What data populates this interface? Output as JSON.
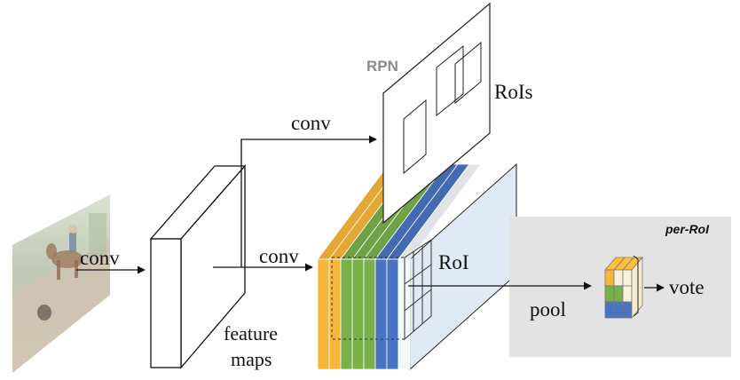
{
  "labels": {
    "conv_input": "conv",
    "conv_top": "conv",
    "conv_middle": "conv",
    "feature_maps_line1": "feature",
    "feature_maps_line2": "maps",
    "rpn": "RPN",
    "rois": "RoIs",
    "roi": "RoI",
    "pool": "pool",
    "vote": "vote",
    "per_roi": "per-RoI"
  },
  "colors": {
    "channel_yellow": "#f6b63a",
    "channel_green": "#79b04a",
    "channel_blue": "#4a73c2",
    "channel_white": "#f4f7fb",
    "score_map_front": "#e2e9f6",
    "per_roi_panel": "#e3e3e3",
    "rpn_label": "#8a8a8a"
  },
  "score_map_channels": [
    "yellow",
    "yellow",
    "green",
    "green",
    "green",
    "blue",
    "blue",
    "white"
  ],
  "pooled_grid": [
    [
      "yellow",
      "white",
      "white"
    ],
    [
      "green",
      "green",
      "white"
    ],
    [
      "blue",
      "blue",
      "blue"
    ]
  ]
}
